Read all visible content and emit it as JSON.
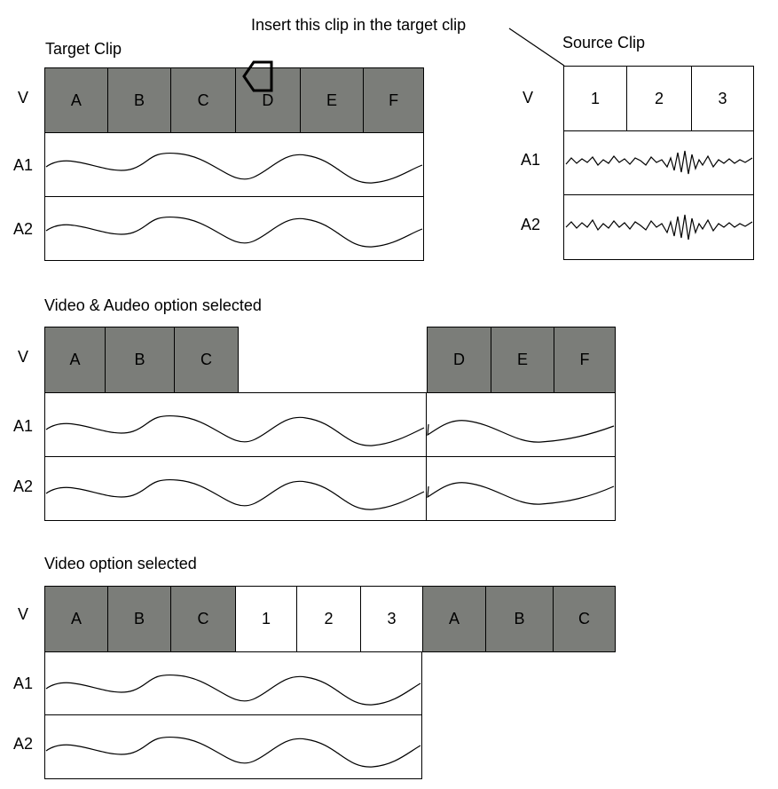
{
  "callout": "Insert this clip in the target clip",
  "target": {
    "title": "Target Clip",
    "video_label": "V",
    "a1_label": "A1",
    "a2_label": "A2",
    "cells": [
      "A",
      "B",
      "C",
      "D",
      "E",
      "F"
    ]
  },
  "source": {
    "title": "Source Clip",
    "video_label": "V",
    "a1_label": "A1",
    "a2_label": "A2",
    "cells": [
      "1",
      "2",
      "3"
    ]
  },
  "video_audio": {
    "title": "Video & Audeo option selected",
    "video_label": "V",
    "a1_label": "A1",
    "a2_label": "A2",
    "left_cells": [
      "A",
      "B",
      "C"
    ],
    "right_cells": [
      "D",
      "E",
      "F"
    ]
  },
  "video_only": {
    "title": "Video option selected",
    "video_label": "V",
    "a1_label": "A1",
    "a2_label": "A2",
    "cells": [
      "A",
      "B",
      "C",
      "1",
      "2",
      "3",
      "A",
      "B",
      "C"
    ],
    "cell_fill": [
      "gray",
      "gray",
      "gray",
      "white",
      "white",
      "white",
      "gray",
      "gray",
      "gray"
    ]
  },
  "colors": {
    "clip_gray": "#7b7d79",
    "line": "#000000",
    "background": "#ffffff"
  }
}
